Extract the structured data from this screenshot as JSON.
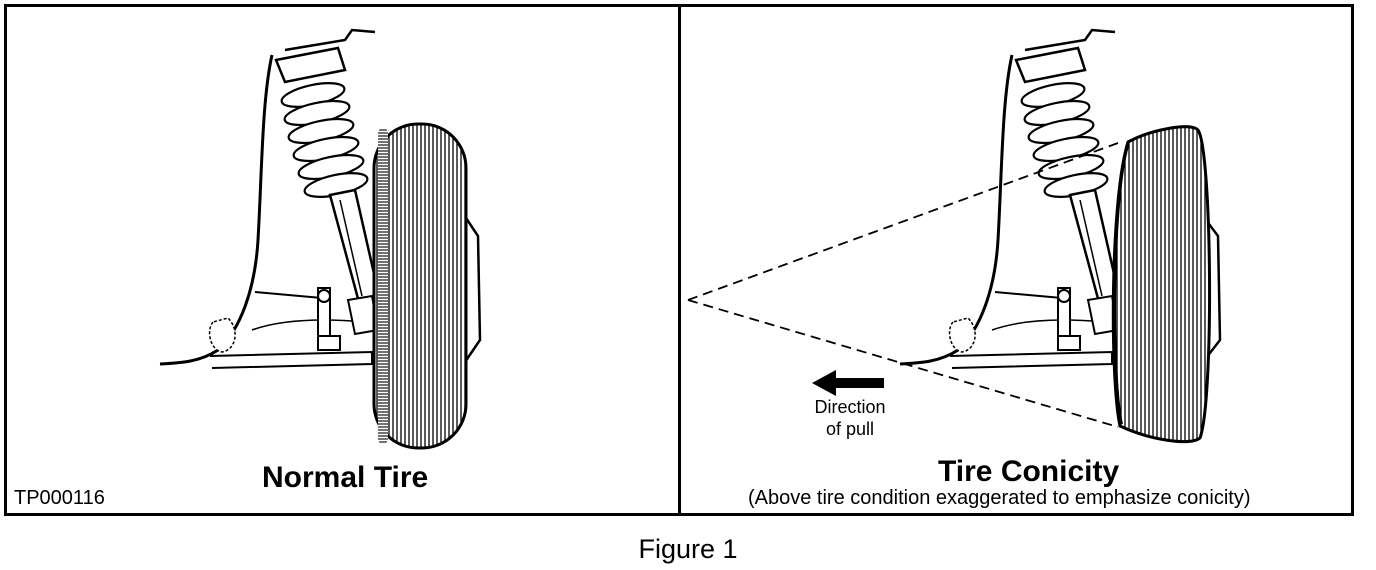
{
  "left_panel": {
    "title": "Normal Tire",
    "code": "TP000116"
  },
  "right_panel": {
    "title": "Tire Conicity",
    "subtitle": "(Above tire condition exaggerated to emphasize conicity)",
    "arrow_label_line1": "Direction",
    "arrow_label_line2": "of pull"
  },
  "figure_caption": "Figure 1"
}
